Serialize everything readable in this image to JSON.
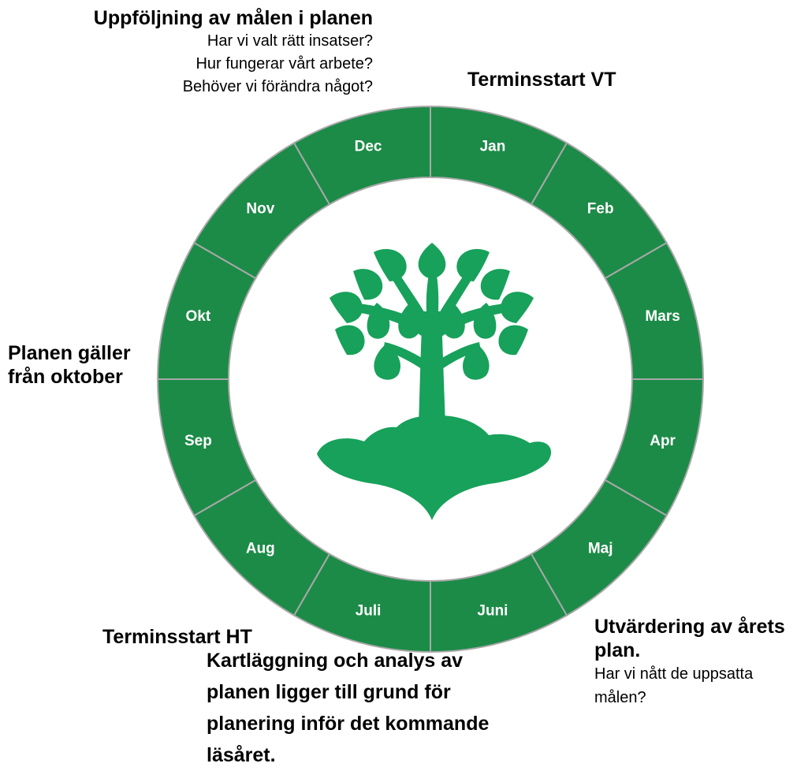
{
  "wheel": {
    "months": [
      "Jan",
      "Feb",
      "Mars",
      "Apr",
      "Maj",
      "Juni",
      "Juli",
      "Aug",
      "Sep",
      "Okt",
      "Nov",
      "Dec"
    ],
    "ring_color": "#1c8b47",
    "divider_color": "#a8a8a8",
    "label_color": "#ffffff",
    "center_icon": "tree-icon",
    "tree_color": "#17a15a"
  },
  "annotations": {
    "followup": {
      "title": "Uppföljning av målen i planen",
      "lines": [
        "Har vi valt rätt insatser?",
        "Hur fungerar vårt arbete?",
        "Behöver vi förändra något?"
      ]
    },
    "term_start_vt": "Terminsstart VT",
    "plan_valid": {
      "line1": "Planen gäller",
      "line2": "från oktober"
    },
    "term_start_ht": "Terminsstart HT",
    "mapping": {
      "line1": "Kartläggning och analys av",
      "line2": "planen ligger till grund för",
      "line3": "planering inför det kommande",
      "line4": "läsåret."
    },
    "evaluation": {
      "title_line1": "Utvärdering av årets",
      "title_line2": "plan.",
      "line1": "Har vi nått de uppsatta",
      "line2": "målen?"
    }
  }
}
